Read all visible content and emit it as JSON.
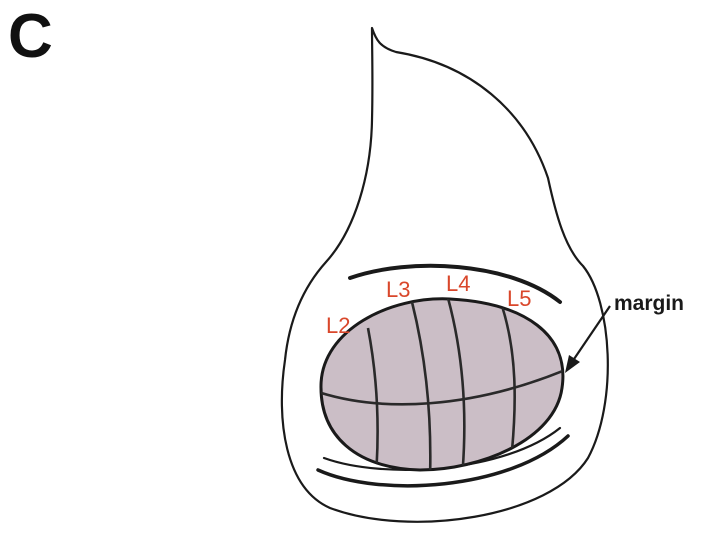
{
  "panel_label": "C",
  "labels": {
    "l2": "L2",
    "l3": "L3",
    "l4": "L4",
    "l5": "L5",
    "margin": "margin"
  },
  "colors": {
    "label_red": "#d9472b",
    "fill": "#cbbec6",
    "stroke": "#1a1a1a"
  }
}
